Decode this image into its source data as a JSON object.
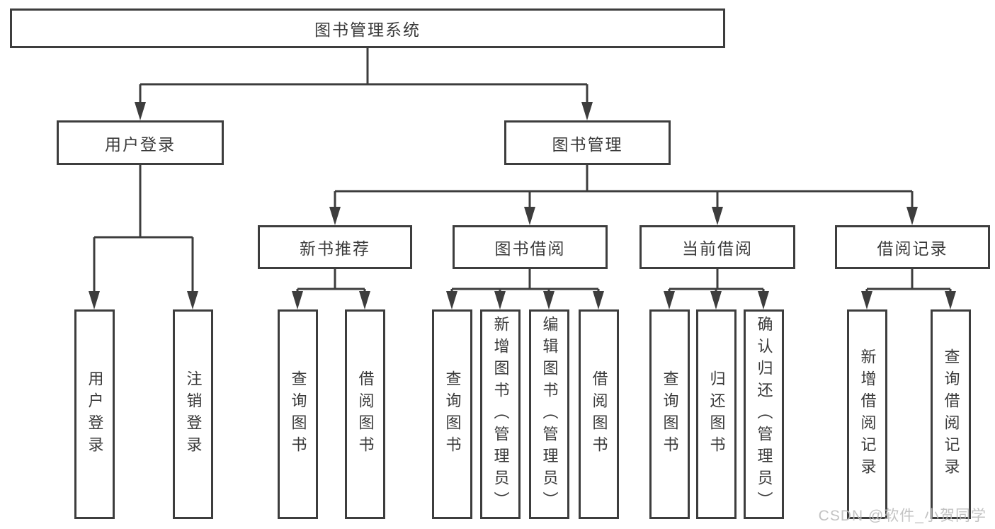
{
  "diagram": {
    "root": {
      "label": "图书管理系统"
    },
    "level2": [
      {
        "label": "用户登录"
      },
      {
        "label": "图书管理"
      }
    ],
    "level3": [
      {
        "label": "新书推荐"
      },
      {
        "label": "图书借阅"
      },
      {
        "label": "当前借阅"
      },
      {
        "label": "借阅记录"
      }
    ],
    "leaves": [
      {
        "parent": "用户登录",
        "label": "用户登录"
      },
      {
        "parent": "用户登录",
        "label": "注销登录"
      },
      {
        "parent": "新书推荐",
        "label": "查询图书"
      },
      {
        "parent": "新书推荐",
        "label": "借阅图书"
      },
      {
        "parent": "图书借阅",
        "label": "查询图书"
      },
      {
        "parent": "图书借阅",
        "label": "新增图书（管理员）"
      },
      {
        "parent": "图书借阅",
        "label": "编辑图书（管理员）"
      },
      {
        "parent": "图书借阅",
        "label": "借阅图书"
      },
      {
        "parent": "当前借阅",
        "label": "查询图书"
      },
      {
        "parent": "当前借阅",
        "label": "归还图书"
      },
      {
        "parent": "当前借阅",
        "label": "确认归还（管理员）"
      },
      {
        "parent": "借阅记录",
        "label": "新增借阅记录"
      },
      {
        "parent": "借阅记录",
        "label": "查询借阅记录"
      }
    ],
    "watermark": "CSDN @软件_小贺同学",
    "colors": {
      "line": "#3d3d3d",
      "text": "#3a3a3a",
      "background": "#ffffff",
      "watermark": "#bdbdbd"
    }
  }
}
